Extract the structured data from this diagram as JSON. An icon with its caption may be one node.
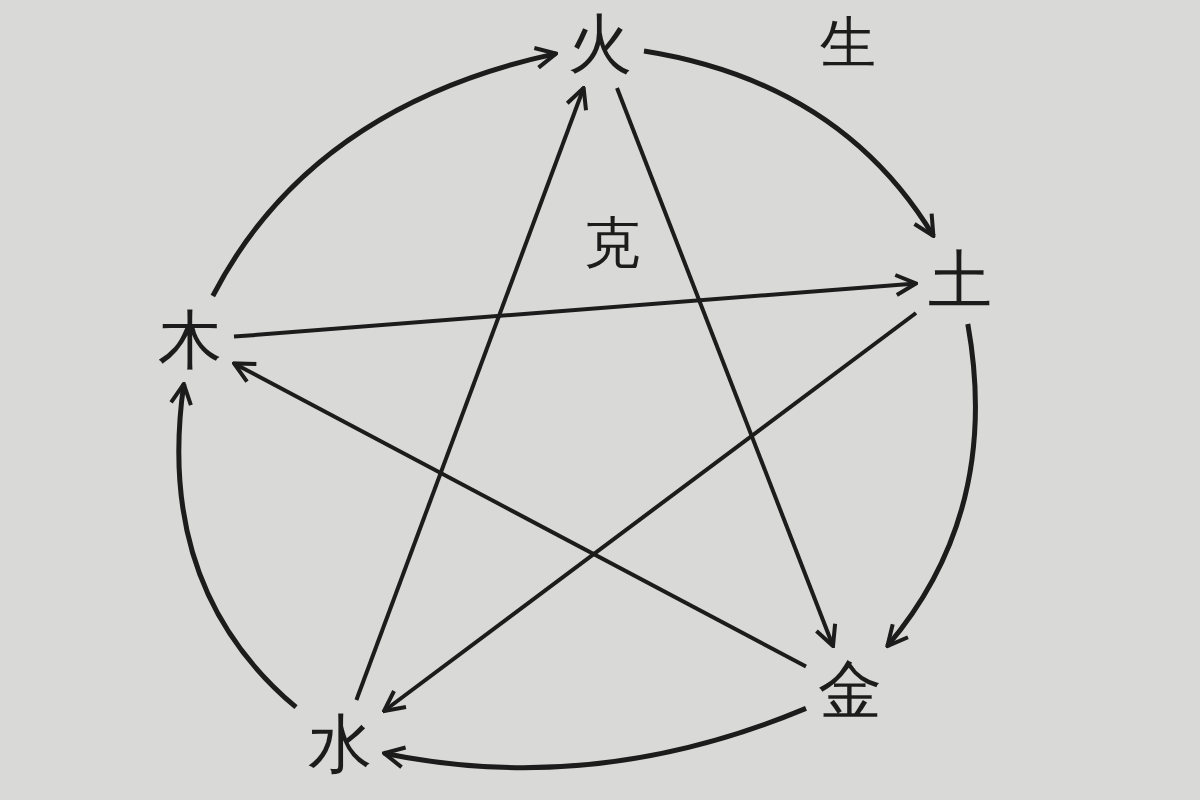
{
  "diagram": {
    "nodes": [
      {
        "text": [
          "火"
        ]
      },
      {
        "text": [
          "土"
        ]
      },
      {
        "text": [
          "金"
        ]
      },
      {
        "text": [
          "水"
        ]
      },
      {
        "text": [
          "木"
        ]
      }
    ],
    "edges": [
      {
        "from": 4,
        "to": 0,
        "arrow": "to"
      },
      {
        "from": 0,
        "to": 1,
        "arrow": "to"
      },
      {
        "from": 1,
        "to": 2,
        "arrow": "to"
      },
      {
        "from": 2,
        "to": 3,
        "arrow": "to"
      },
      {
        "from": 3,
        "to": 4,
        "arrow": "to"
      },
      {
        "from": 4,
        "to": 1,
        "arrow": "to"
      },
      {
        "from": 0,
        "to": 2,
        "arrow": "to"
      },
      {
        "from": 2,
        "to": 4,
        "arrow": "to"
      },
      {
        "from": 1,
        "to": 3,
        "arrow": "to"
      },
      {
        "from": 3,
        "to": 0,
        "arrow": "to"
      }
    ],
    "labels": [
      "生",
      "克"
    ]
  }
}
